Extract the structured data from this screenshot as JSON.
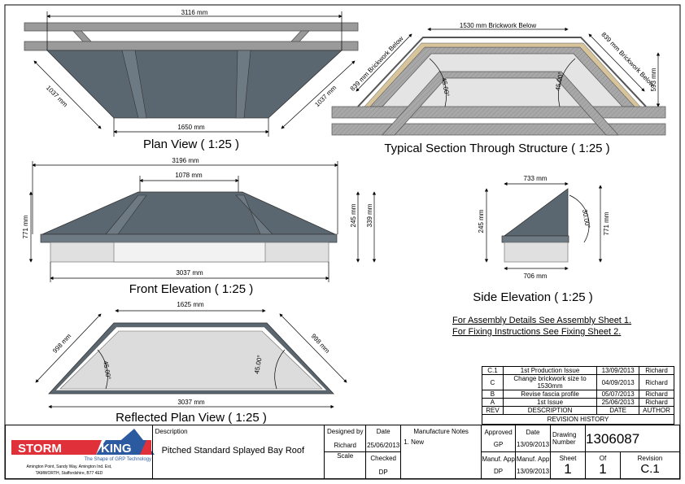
{
  "plan_view": {
    "title": "Plan View ( 1:25 )",
    "width_top": "3116 mm",
    "width_bottom": "1650 mm",
    "side_left": "1037 mm",
    "side_right": "1037 mm"
  },
  "section": {
    "title": "Typical Section Through Structure ( 1:25 )",
    "top": "1530 mm Brickwork Below",
    "left": "839 mm Brickwork Below",
    "right": "839 mm Brickwork Below",
    "height": "593 mm",
    "angle_left": "45.00°",
    "angle_right": "45.00°"
  },
  "front_elevation": {
    "title": "Front Elevation ( 1:25 )",
    "overall": "3196 mm",
    "ridge": "1078 mm",
    "base": "3037 mm",
    "height": "771 mm",
    "roof_height": "245 mm",
    "fascia_height": "339 mm"
  },
  "side_elevation": {
    "title": "Side Elevation ( 1:25 )",
    "top": "733 mm",
    "base": "706 mm",
    "roof_height": "245 mm",
    "height": "771 mm",
    "angle": "30.00°"
  },
  "reflected_plan": {
    "title": "Reflected Plan View ( 1:25 )",
    "top": "1625 mm",
    "base": "3037 mm",
    "side_left": "998 mm",
    "side_right": "998 mm",
    "angle_left": "45.00°",
    "angle_right": "45.00°"
  },
  "notes": [
    "For Assembly Details See Assembly Sheet 1.",
    "For Fixing Instructions See Fixing Sheet 2."
  ],
  "revisions": {
    "rows": [
      {
        "rev": "C.1",
        "description": "1st Production Issue",
        "date": "13/09/2013",
        "author": "Richard"
      },
      {
        "rev": "C",
        "description": "Change brickwork size to 1530mm",
        "date": "04/09/2013",
        "author": "Richard"
      },
      {
        "rev": "B",
        "description": "Revise fascia profile",
        "date": "05/07/2013",
        "author": "Richard"
      },
      {
        "rev": "A",
        "description": "1st Issue",
        "date": "25/06/2013",
        "author": "Richard"
      }
    ],
    "headers": {
      "rev": "REV",
      "description": "DESCRIPTION",
      "date": "DATE",
      "author": "AUTHOR"
    },
    "title": "REVISION HISTORY"
  },
  "title_block": {
    "logo_left": "STORM",
    "logo_right": "KING",
    "tagline": "The Shape of GRP Technology",
    "address1": "Amington Point, Sandy Way, Amington Ind. Est,",
    "address2": "TAMWORTH, Staffordshire, B77 4ED",
    "description_label": "Description",
    "description": "Pitched Standard Splayed Bay Roof",
    "designed_by_label": "Designed by",
    "designed_by": "Richard",
    "date_label": "Date",
    "date": "25/06/2013",
    "scale_label": "Scale",
    "checked_label": "Checked",
    "checked": "DP",
    "manufacture_notes_label": "Manufacture Notes",
    "manufacture_notes": "1. New",
    "approved_label": "Approved",
    "approved": "GP",
    "approved_date_label": "Date",
    "approved_date": "13/09/2013",
    "drawing_number_label": "Drawing Number",
    "drawing_number": "1306087",
    "manuf_app_label": "Manuf. App",
    "manuf_app": "DP",
    "manuf_app_date_label": "Manuf. App",
    "manuf_app_date": "13/09/2013",
    "sheet_label": "Sheet",
    "sheet": "1",
    "of_label": "Of",
    "of": "1",
    "revision_label": "Revision",
    "revision": "C.1"
  },
  "colors": {
    "roof": "#5b6770",
    "wall": "#9a9a9a",
    "brand_red": "#e0303a",
    "brand_blue": "#2c5aa0"
  }
}
